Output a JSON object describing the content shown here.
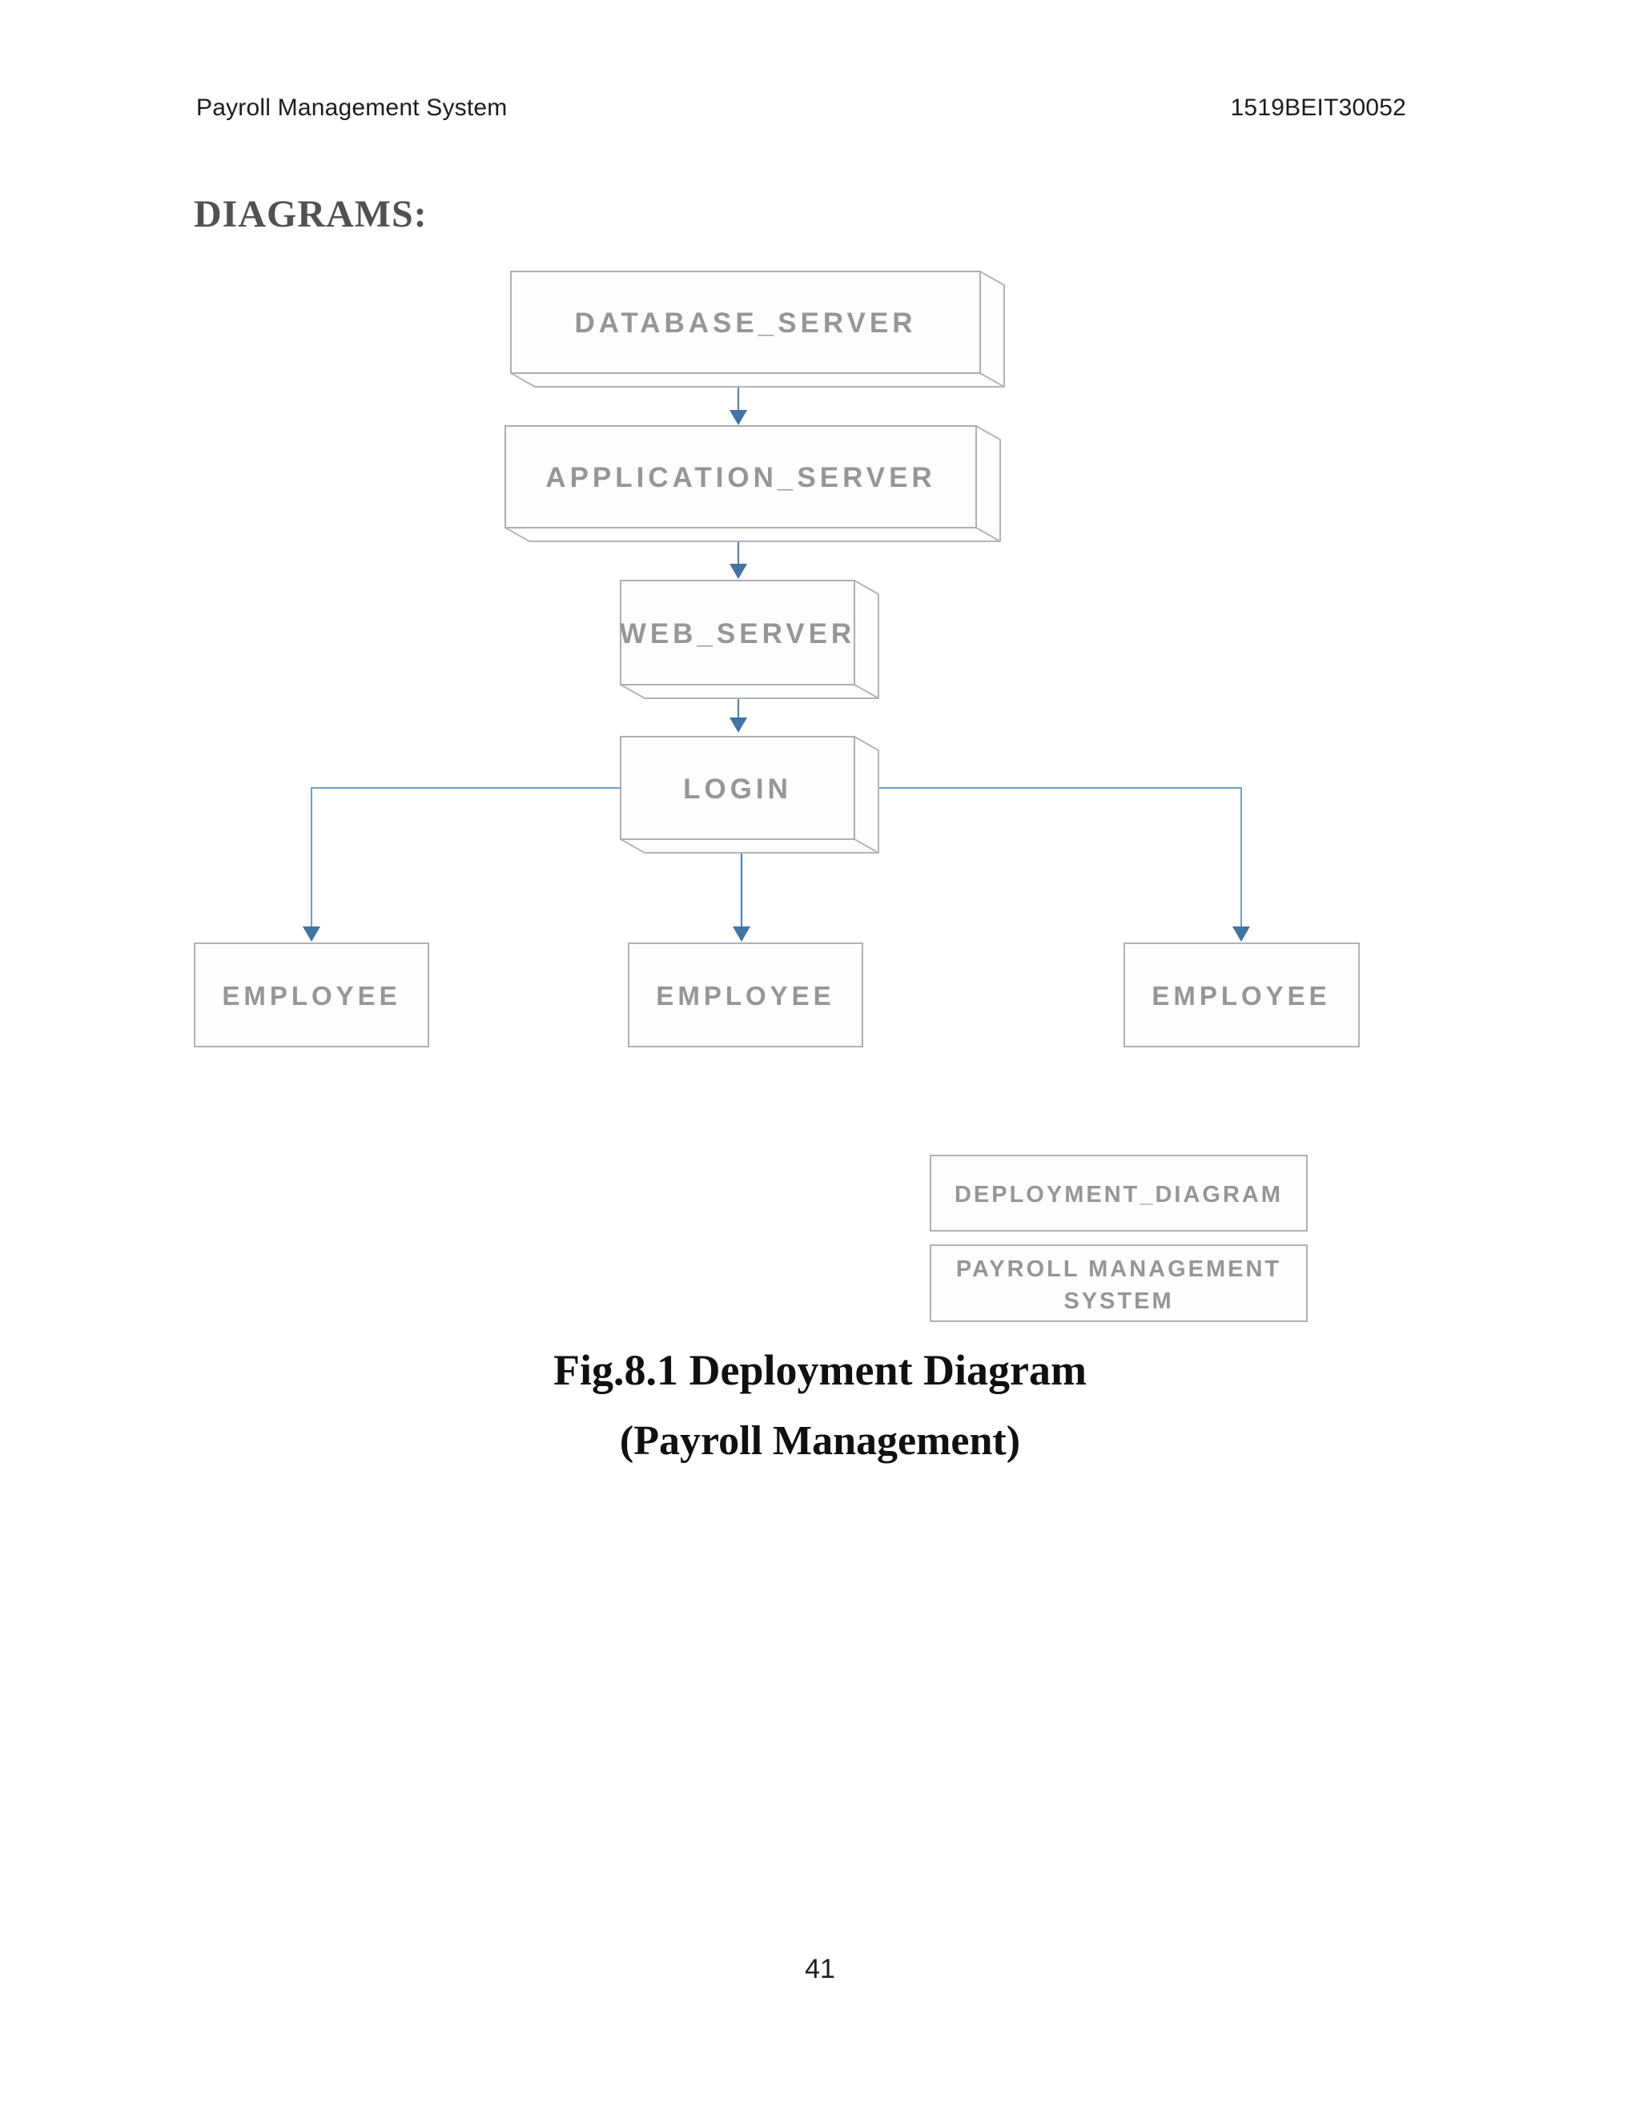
{
  "page": {
    "header_left": "Payroll Management System",
    "header_right": "1519BEIT30052",
    "section_title": "DIAGRAMS:",
    "caption_line1": "Fig.8.1 Deployment Diagram",
    "caption_line2": "(Payroll Management)",
    "page_number": "41"
  },
  "colors": {
    "connector_blue": "#5585ae",
    "box_border_gray": "#b0b0b8",
    "box_label_gray": "#96969a",
    "heading_gray": "#515154"
  },
  "diagram": {
    "type": "uml-deployment-diagram",
    "nodes": [
      {
        "id": "database-server",
        "label": "DATABASE_SERVER",
        "shape": "node-3d"
      },
      {
        "id": "application-server",
        "label": "APPLICATION_SERVER",
        "shape": "node-3d"
      },
      {
        "id": "web-server",
        "label": "WEB_SERVER",
        "shape": "node-3d"
      },
      {
        "id": "login",
        "label": "LOGIN",
        "shape": "node-3d"
      },
      {
        "id": "employee-left",
        "label": "EMPLOYEE",
        "shape": "rectangle"
      },
      {
        "id": "employee-middle",
        "label": "EMPLOYEE",
        "shape": "rectangle"
      },
      {
        "id": "employee-right",
        "label": "EMPLOYEE",
        "shape": "rectangle"
      },
      {
        "id": "deployment-diagram-label",
        "label": "DEPLOYMENT_DIAGRAM",
        "shape": "rectangle"
      },
      {
        "id": "payroll-management-system-label",
        "label_line1": "PAYROLL MANAGEMENT",
        "label_line2": "SYSTEM",
        "shape": "rectangle"
      }
    ],
    "edges": [
      {
        "from": "database-server",
        "to": "application-server",
        "style": "arrow"
      },
      {
        "from": "application-server",
        "to": "web-server",
        "style": "arrow"
      },
      {
        "from": "web-server",
        "to": "login",
        "style": "arrow"
      },
      {
        "from": "login",
        "to": "employee-left",
        "style": "arrow"
      },
      {
        "from": "login",
        "to": "employee-middle",
        "style": "arrow"
      },
      {
        "from": "login",
        "to": "employee-right",
        "style": "arrow"
      }
    ]
  }
}
